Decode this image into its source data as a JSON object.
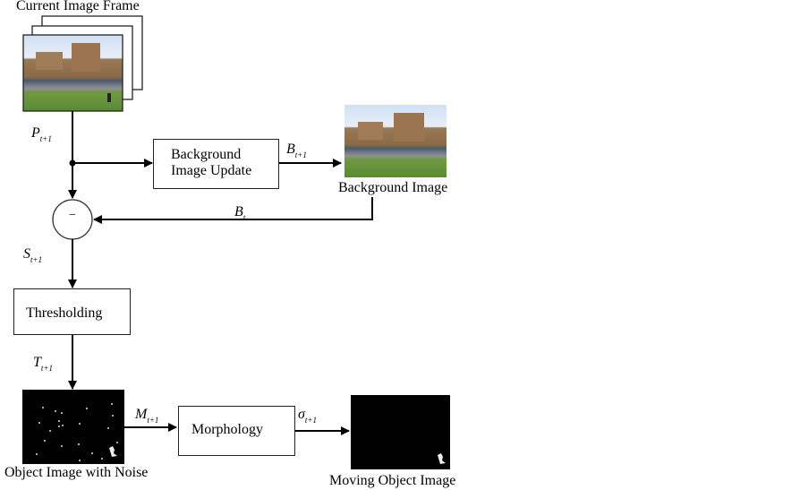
{
  "title": "Current Image Frame",
  "nodes": {
    "current_frame": "Current Image Frame",
    "background_update": [
      "Background",
      "Image Update"
    ],
    "background_image": "Background Image",
    "subtract": "−",
    "thresholding": "Thresholding",
    "noise_image": "Object Image with Noise",
    "morphology": "Morphology",
    "moving_object": "Moving Object Image"
  },
  "signals": {
    "p": {
      "main": "P",
      "sub": "t+1"
    },
    "b_next": {
      "main": "B",
      "sub": "t+1"
    },
    "b_t": {
      "main": "B",
      "sub": "t"
    },
    "s": {
      "main": "S",
      "sub": "t+1"
    },
    "t": {
      "main": "T",
      "sub": "t+1"
    },
    "m": {
      "main": "M",
      "sub": "t+1"
    },
    "sigma": {
      "main": "σ",
      "sub": "t+1"
    }
  }
}
